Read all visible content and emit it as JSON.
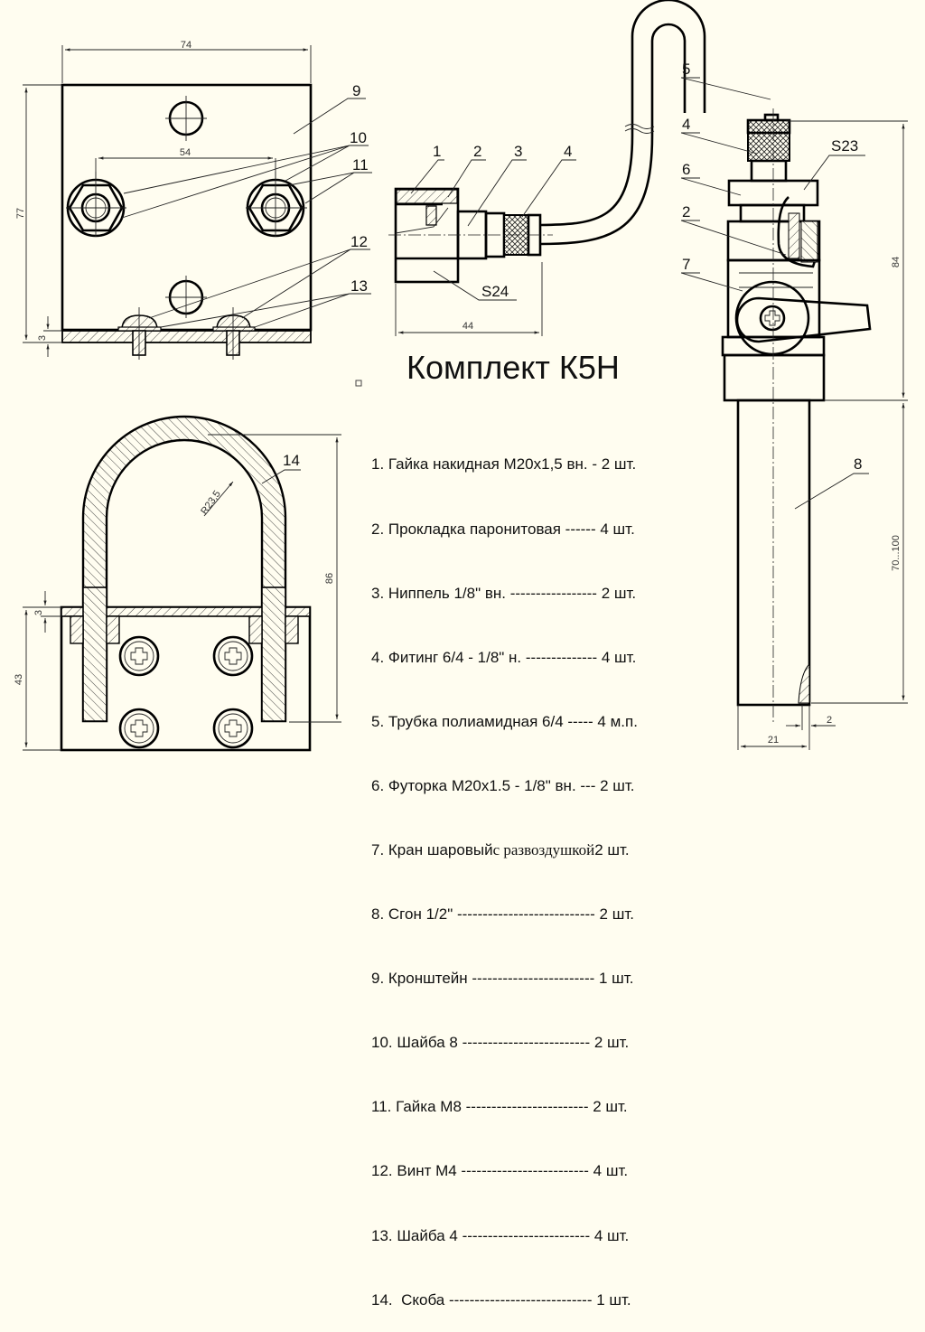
{
  "title": "Комплект К5Н",
  "specification": [
    {
      "text": "1. Гайка накидная М20х1,5 вн. - 2 шт."
    },
    {
      "text": "2. Прокладка паронитовая ------ 4 шт."
    },
    {
      "text": "3. Ниппель 1/8\" вн. ----------------- 2 шт."
    },
    {
      "text": "4. Фитинг 6/4 - 1/8\" н. -------------- 4 шт."
    },
    {
      "text": "5. Трубка полиамидная 6/4 ----- 4 м.п."
    },
    {
      "text": "6. Футорка М20х1.5 - 1/8\" вн. --- 2 шт."
    },
    {
      "text_main": "7. Кран шаровый",
      "text_serif": "с развоздушкой",
      "text_tail": "2 шт."
    },
    {
      "text": "8. Сгон 1/2\" --------------------------- 2 шт."
    },
    {
      "text": "9. Кронштейн ------------------------ 1 шт."
    },
    {
      "text": "10. Шайба 8 ------------------------- 2 шт."
    },
    {
      "text": "11. Гайка М8 ------------------------ 2 шт."
    },
    {
      "text": "12. Винт М4 ------------------------- 4 шт."
    },
    {
      "text": "13. Шайба 4 ------------------------- 4 шт."
    },
    {
      "text": "14.  Скоба ---------------------------- 1 шт."
    }
  ],
  "bracket_view": {
    "dims": {
      "width": "74",
      "height": "77",
      "bolt_spacing": "54",
      "thickness": "3"
    },
    "labels": [
      "9",
      "10",
      "11",
      "12",
      "13"
    ]
  },
  "clamp_view": {
    "dims": {
      "height": "86",
      "radius": "R23,5",
      "plate_thickness": "3",
      "bracket_height": "43"
    },
    "labels": [
      "14"
    ]
  },
  "fitting_view": {
    "dims": {
      "length": "44",
      "wrench": "S24"
    },
    "labels": [
      "1",
      "2",
      "3",
      "4"
    ]
  },
  "valve_view": {
    "dims": {
      "height": "84",
      "pipe_length": "70...100",
      "diameter": "21",
      "wall": "2",
      "wrench": "S23"
    },
    "labels": [
      "5",
      "4",
      "6",
      "2",
      "7",
      "8"
    ]
  }
}
